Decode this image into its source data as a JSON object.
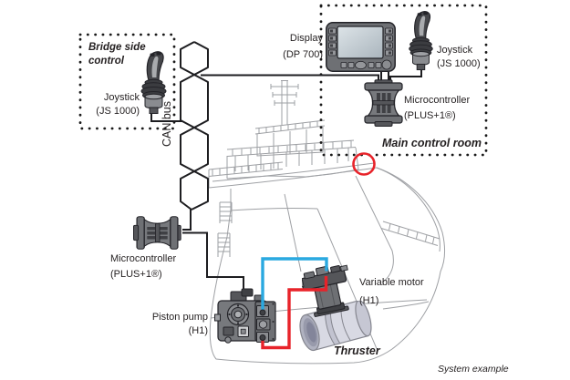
{
  "boxes": {
    "bridge": {
      "title": "Bridge side control"
    },
    "main_control_room": {
      "title": "Main control room"
    }
  },
  "components": {
    "bridge_joystick": {
      "name": "Joystick",
      "model": "(JS 1000)"
    },
    "display": {
      "name": "Display",
      "model": "(DP 700)"
    },
    "mcr_joystick": {
      "name": "Joystick",
      "model": "(JS 1000)"
    },
    "mcr_microcontroller": {
      "name": "Microcontroller",
      "model": "(PLUS+1®)"
    },
    "ship_microcontroller": {
      "name": "Microcontroller",
      "model": "(PLUS+1®)"
    },
    "piston_pump": {
      "name": "Piston pump",
      "model": "(H1)"
    },
    "variable_motor": {
      "name": "Variable motor",
      "model": "(H1)"
    },
    "thruster": {
      "name": "Thruster"
    }
  },
  "bus": {
    "label": "CAN bus"
  },
  "caption": "System example",
  "colors": {
    "wire": "#1d1d20",
    "hydraulic_line_red": "#e8232a",
    "hydraulic_line_blue": "#2aa9e0",
    "location_marker": "#e8232a",
    "ship_outline": "#9ea0a4",
    "text": "#231f20",
    "background": "#ffffff"
  }
}
